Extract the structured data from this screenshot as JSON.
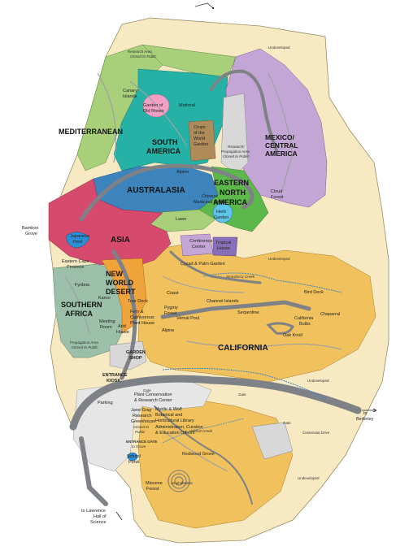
{
  "regions": {
    "mediterranean": "MEDITERRANEAN",
    "south_america": [
      "SOUTH",
      "AMERICA"
    ],
    "mexico": [
      "MEXICO/",
      "CENTRAL",
      "AMERICA"
    ],
    "australasia": "AUSTRALASIA",
    "eastern_na": [
      "EASTERN",
      "NORTH",
      "AMERICA"
    ],
    "asia": "ASIA",
    "new_world_desert": [
      "NEW",
      "WORLD",
      "DESERT"
    ],
    "southern_africa": [
      "SOUTHERN",
      "AFRICA"
    ],
    "california": "CALIFORNIA"
  },
  "labels": {
    "undeveloped": "Undeveloped",
    "research_area": [
      "Research Area",
      "Closed to Public"
    ],
    "canary": [
      "Canary",
      "Islands"
    ],
    "old_roses": [
      "Garden of",
      "Old Roses"
    ],
    "mattoral": "Mattoral",
    "crops": [
      "Crops",
      "of the",
      "World",
      "Garden"
    ],
    "research_prop": [
      "Research/",
      "Propagation Area",
      "Closed to Public"
    ],
    "cloud_forest": [
      "Cloud",
      "Forest"
    ],
    "alpine": "Alpine",
    "chinese_herbs": [
      "Chinese",
      "Medicinal Herbs"
    ],
    "herb_garden": [
      "Herb",
      "Garden"
    ],
    "lawn": "Lawn",
    "bamboo": [
      "Bamboo",
      "Grove"
    ],
    "japanese_pool": [
      "Japanese",
      "Pool"
    ],
    "conference": [
      "Conference",
      "Center"
    ],
    "tropical": [
      "Tropical",
      "House"
    ],
    "cycad": "Cycad & Palm Garden",
    "strawberry_creek": "Strawberry Creek",
    "cape": [
      "Eastern Cape",
      "Province"
    ],
    "fynbos": "Fynbos",
    "karoo": "Karoo",
    "coast": "Coast",
    "tour_deck": "Tour Deck",
    "pygmy": [
      "Pygmy",
      "Forest"
    ],
    "channel_islands": "Channel Islands",
    "bird_deck": "Bird Deck",
    "serpentine": "Serpentine",
    "vernal_pool": "Vernal Pool",
    "california_bulbs": [
      "California",
      "Bulbs"
    ],
    "chaparral": "Chaparral",
    "oak_knoll": "Oak Knoll",
    "carnivorous": [
      "Fern &",
      "Carnivorous",
      "Plant House"
    ],
    "meeting_room": [
      "Meeting",
      "Room"
    ],
    "arid_house": [
      "Arid",
      "House"
    ],
    "propagation_area": [
      "Propagation Area",
      "Closed to Public"
    ],
    "garden_shop": [
      "GARDEN",
      "SHOP"
    ],
    "entrance_kiosk": [
      "ENTRANCE",
      "KIOSK"
    ],
    "gate": "Gate",
    "parking": "Parking",
    "plant_conservation": [
      "Plant Conservation",
      "& Research Center"
    ],
    "jane_gray": [
      "Jane Gray",
      "Research",
      "Greenhouse"
    ],
    "closed": [
      "Closed to",
      "Public"
    ],
    "myrtle": [
      "Myrtle & Wolf",
      "Botanical and",
      "Horticultural Library"
    ],
    "admin": [
      "Administration, Curation",
      "& Education Offices"
    ],
    "to_berkeley": [
      "to",
      "Berkeley"
    ],
    "centennial_drive": "Centennial Drive",
    "entrance_gate": [
      "ENTRANCE GATE",
      "to Grove"
    ],
    "wildcat_creek": "Wildcat Creek",
    "redwood_grove": "Redwood Grove",
    "school_pond": [
      "School",
      "Pond"
    ],
    "miocene": [
      "Miocene",
      "Forest"
    ],
    "amphitheatre": "Amphitheatre",
    "to_lawrence": [
      "to Lawrence",
      "Hall of",
      "Science"
    ]
  },
  "colors": {
    "undeveloped": "#f7e9c2",
    "california": "#f0c15c",
    "mediterranean": "#a8cf7a",
    "south_america": "#25b1a5",
    "mexico": "#c4a6d6",
    "australasia": "#3d84bd",
    "eastern_na": "#5cb84a",
    "asia": "#d64a6e",
    "desert": "#f0a33b",
    "southern_africa": "#9bbfa8",
    "path": "#8d8f93",
    "road": "#8a8d90",
    "developed": "#cfcfcf",
    "water": "#2a8fd6",
    "roses": "#f2a0c4",
    "crops": "#b08b5a"
  }
}
